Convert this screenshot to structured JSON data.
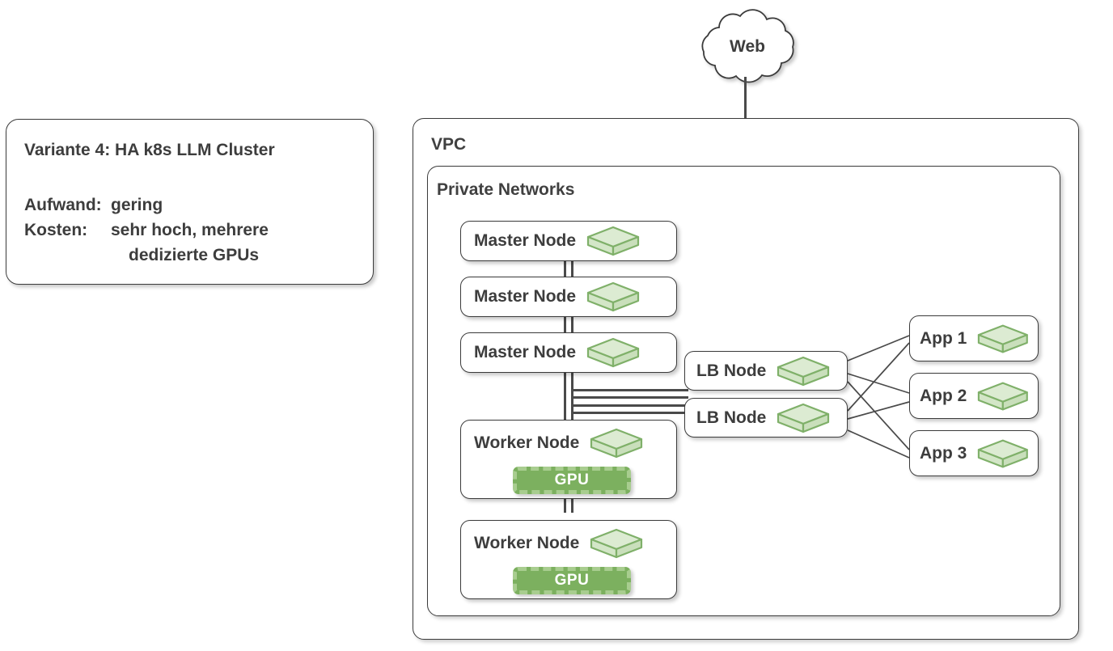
{
  "legend": {
    "title": "Variante 4: HA k8s LLM Cluster",
    "rows": [
      {
        "key": "Aufwand:",
        "value": "gering"
      },
      {
        "key": "Kosten:",
        "value": "sehr hoch, mehrere"
      },
      {
        "key": "",
        "value": "dedizierte GPUs"
      }
    ]
  },
  "cloud": {
    "label": "Web",
    "icon": "cloud-icon"
  },
  "vpc": {
    "label": "VPC",
    "private_networks": {
      "label": "Private Networks"
    }
  },
  "nodes": {
    "masters": [
      {
        "label": "Master Node",
        "icon": "node-cube-icon"
      },
      {
        "label": "Master Node",
        "icon": "node-cube-icon"
      },
      {
        "label": "Master Node",
        "icon": "node-cube-icon"
      }
    ],
    "workers": [
      {
        "label": "Worker Node",
        "icon": "node-cube-icon",
        "gpu": "GPU"
      },
      {
        "label": "Worker Node",
        "icon": "node-cube-icon",
        "gpu": "GPU"
      }
    ],
    "load_balancers": [
      {
        "label": "LB Node",
        "icon": "node-cube-icon"
      },
      {
        "label": "LB Node",
        "icon": "node-cube-icon"
      }
    ],
    "apps": [
      {
        "label": "App 1",
        "icon": "node-cube-icon"
      },
      {
        "label": "App 2",
        "icon": "node-cube-icon"
      },
      {
        "label": "App 3",
        "icon": "node-cube-icon"
      }
    ]
  },
  "colors": {
    "stroke": "#3b3b3b",
    "text": "#3d3d3d",
    "node_icon_fill": "#dcebd2",
    "node_icon_stroke": "#7fb069",
    "gpu_fill": "#7cb05f",
    "gpu_border": "#a8cd8f",
    "connector": "#4a4a4a",
    "background": "#ffffff"
  }
}
